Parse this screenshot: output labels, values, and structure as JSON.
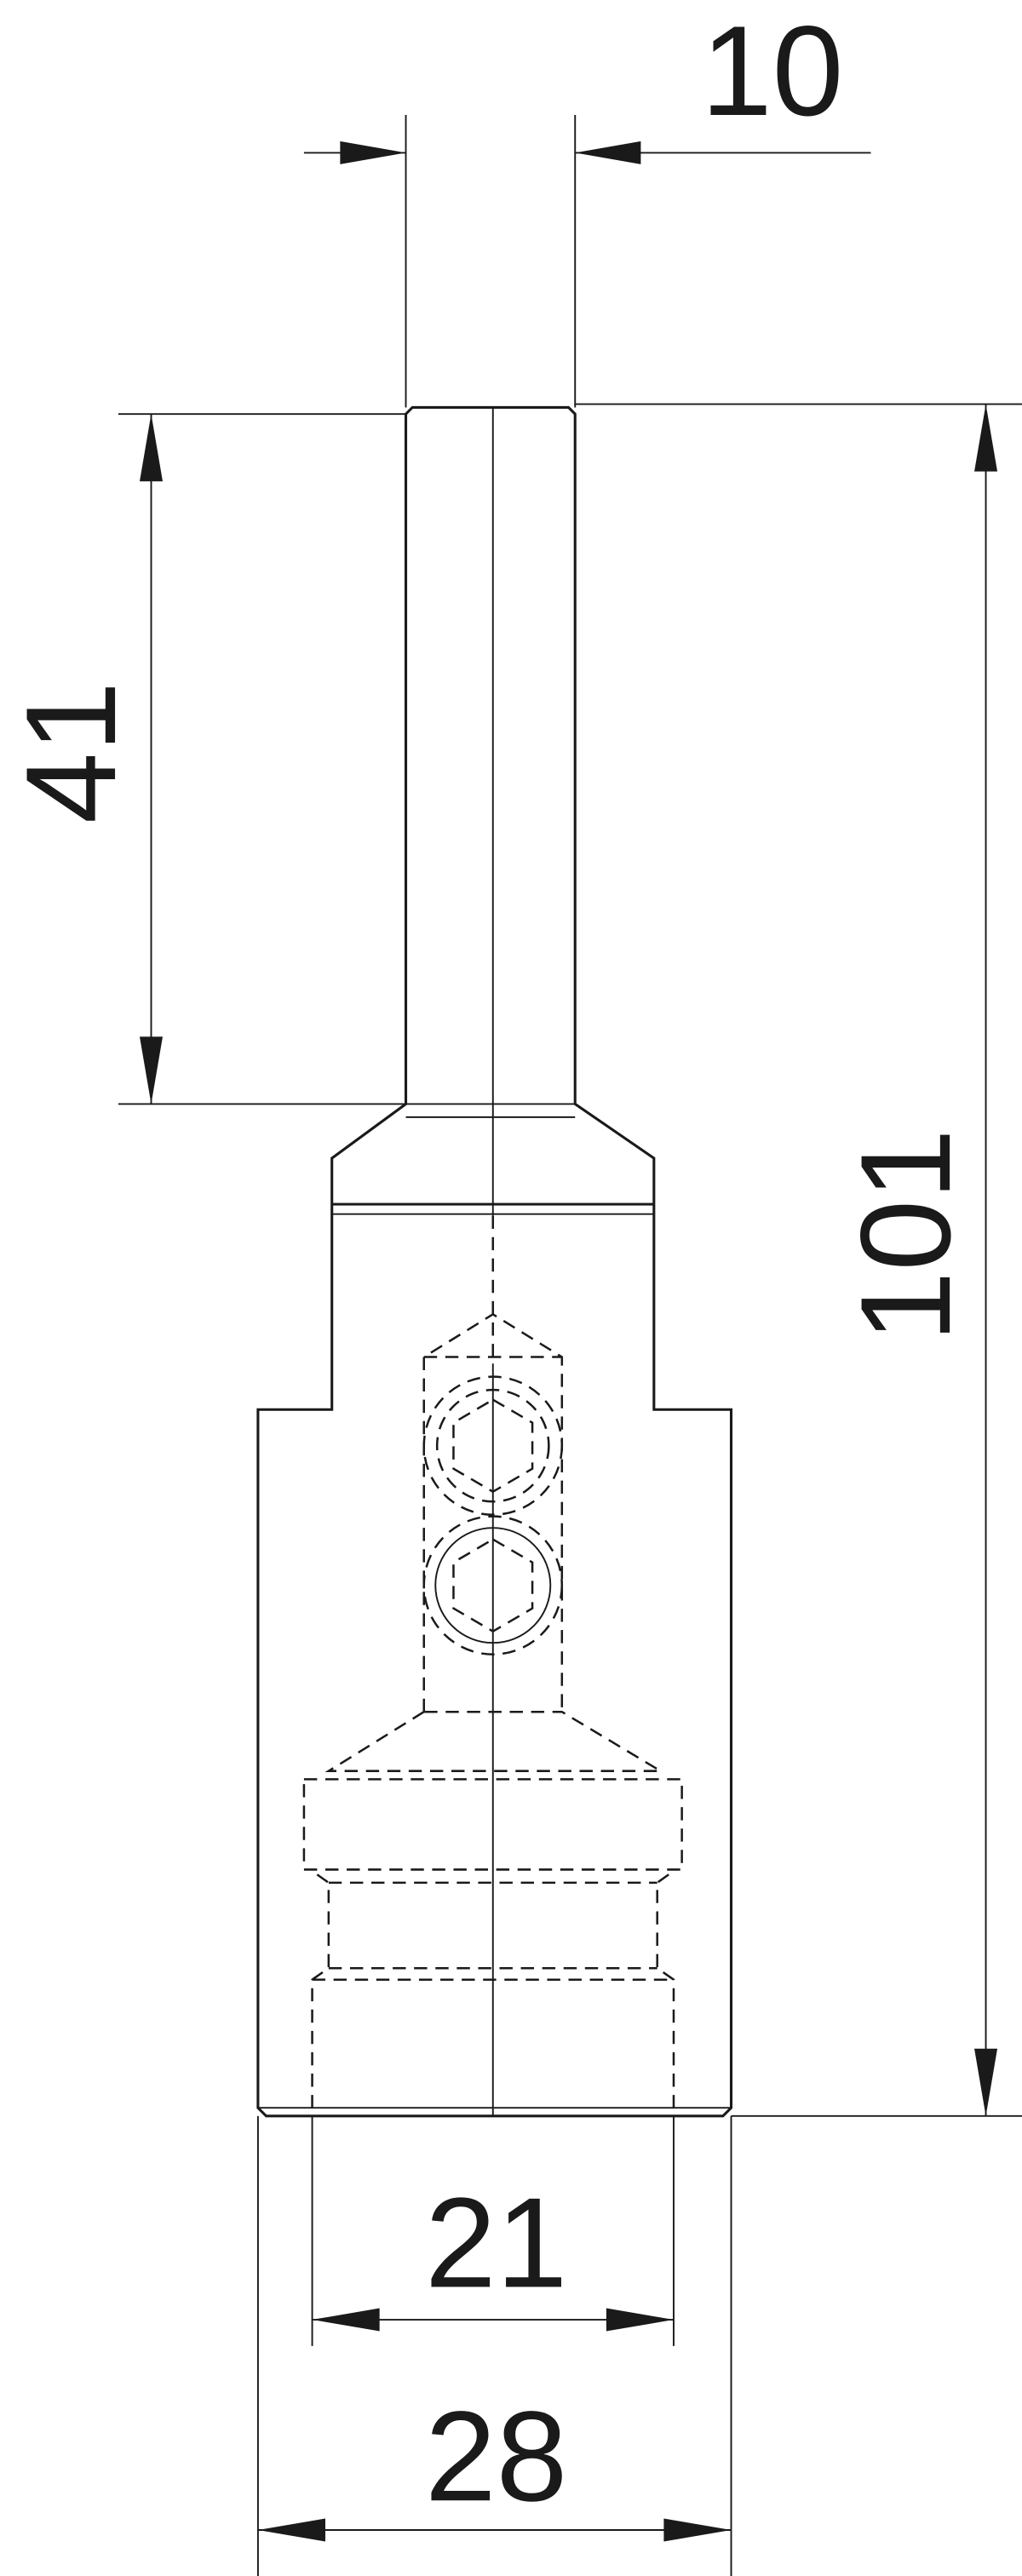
{
  "drawing": {
    "dimensions": {
      "shaft_diameter": "10",
      "shaft_length": "41",
      "total_length": "101",
      "inner_diameter": "21",
      "outer_diameter": "28"
    },
    "colors": {
      "line": "#1a1a1a",
      "background": "#ffffff"
    }
  }
}
